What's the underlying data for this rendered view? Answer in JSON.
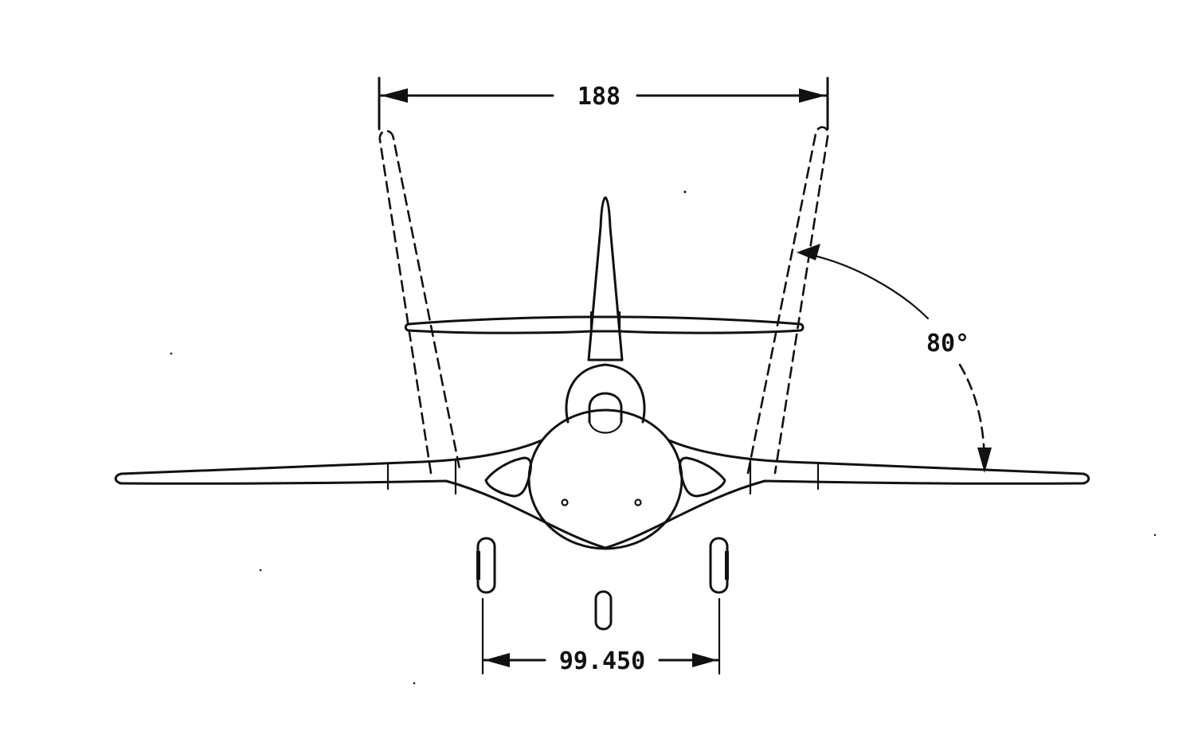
{
  "dimensions": {
    "folded_span": "188",
    "fold_angle": "80°",
    "main_gear_track": "99.450"
  }
}
